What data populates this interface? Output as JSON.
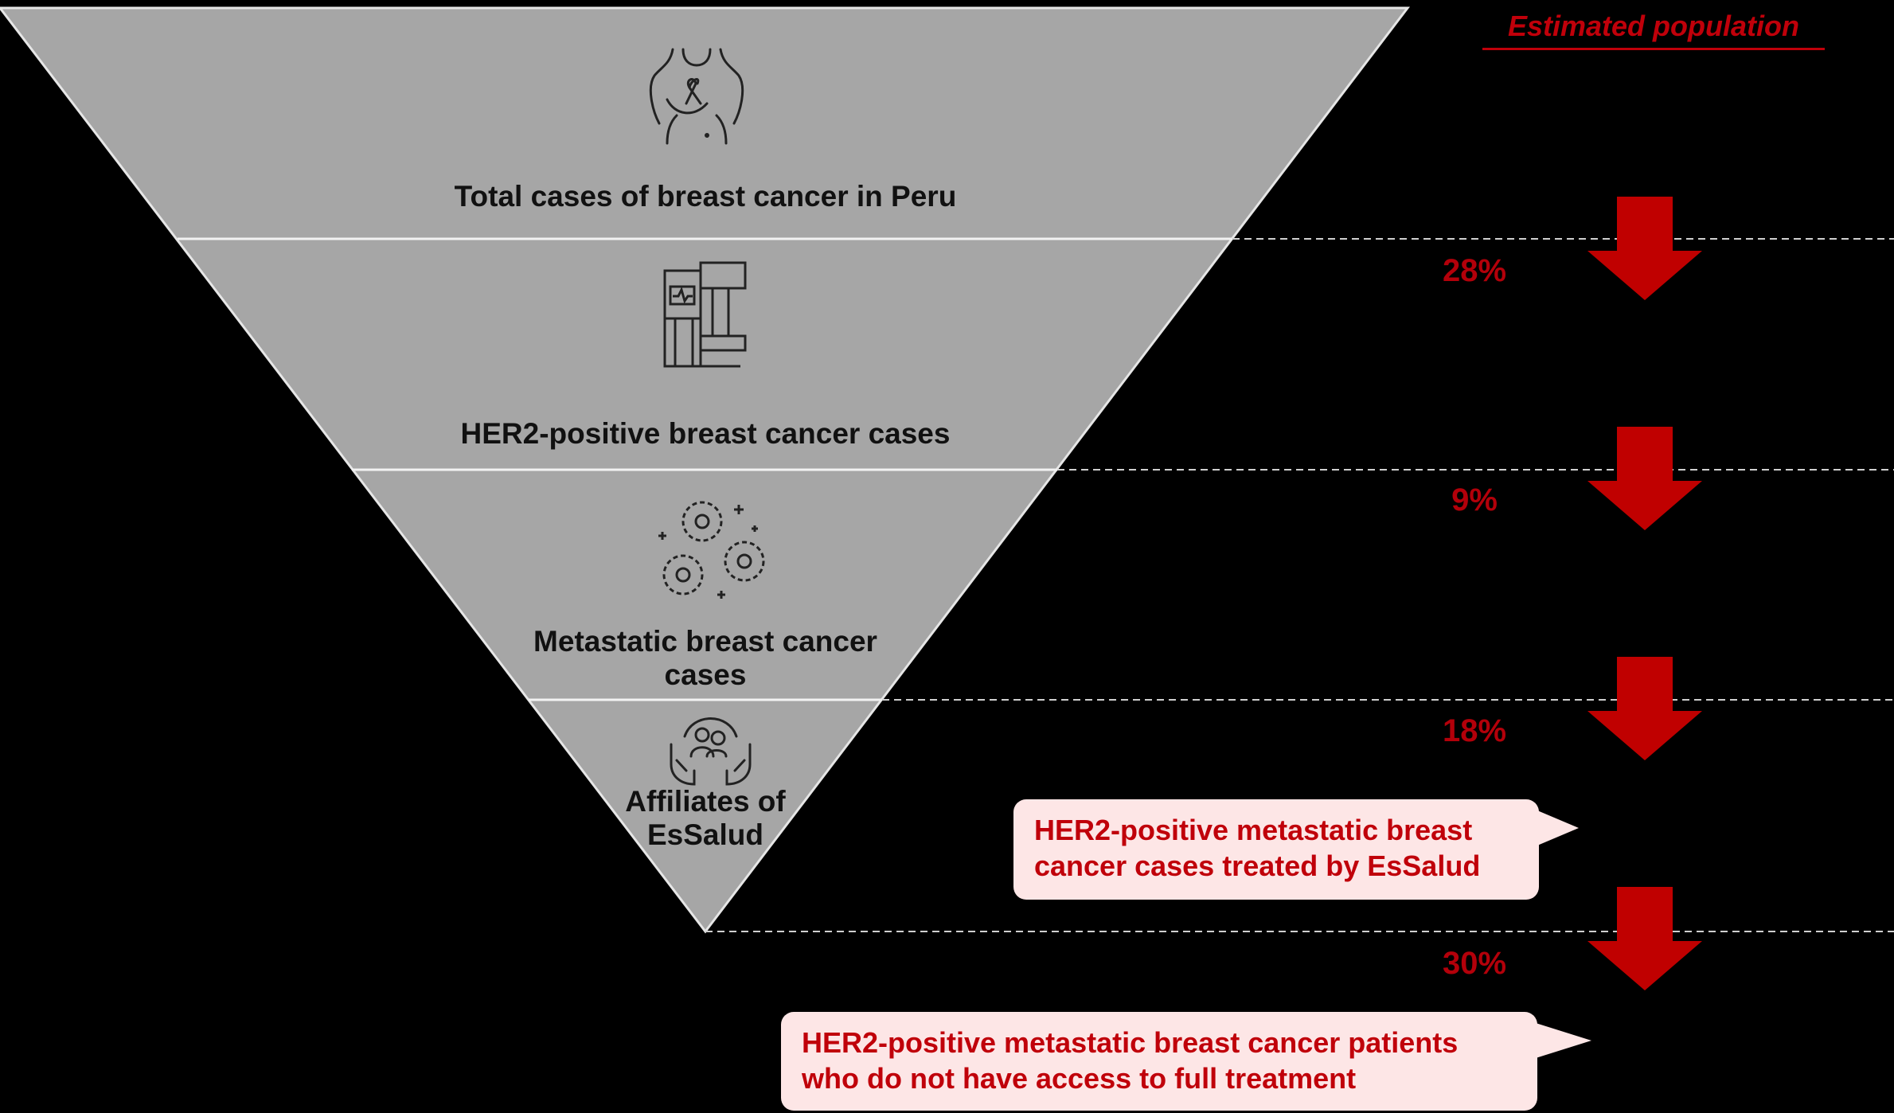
{
  "header": {
    "title": "Estimated population"
  },
  "funnel": {
    "levels": [
      {
        "label": "Total cases of breast cancer in Peru",
        "icon": "breast-cancer-ribbon-icon"
      },
      {
        "label": "HER2-positive breast cancer cases",
        "icon": "mammography-machine-icon"
      },
      {
        "label_line1": "Metastatic breast cancer",
        "label_line2": "cases",
        "icon": "cancer-cells-icon"
      },
      {
        "label_line1": "Affiliates of",
        "label_line2": "EsSalud",
        "icon": "care-hands-people-icon"
      }
    ]
  },
  "steps": [
    {
      "percent": "28%"
    },
    {
      "percent": "9%"
    },
    {
      "percent": "18%"
    },
    {
      "percent": "30%"
    }
  ],
  "callouts": {
    "treated": {
      "line1": "HER2-positive metastatic breast",
      "line2": "cancer cases treated by EsSalud"
    },
    "no_access": {
      "line1": "HER2-positive metastatic breast cancer patients",
      "line2": "who do not have access to full treatment"
    }
  },
  "colors": {
    "funnel": "#a6a6a6",
    "accent": "#c00000",
    "callout_bg": "#fde6e6",
    "background": "#000000"
  }
}
